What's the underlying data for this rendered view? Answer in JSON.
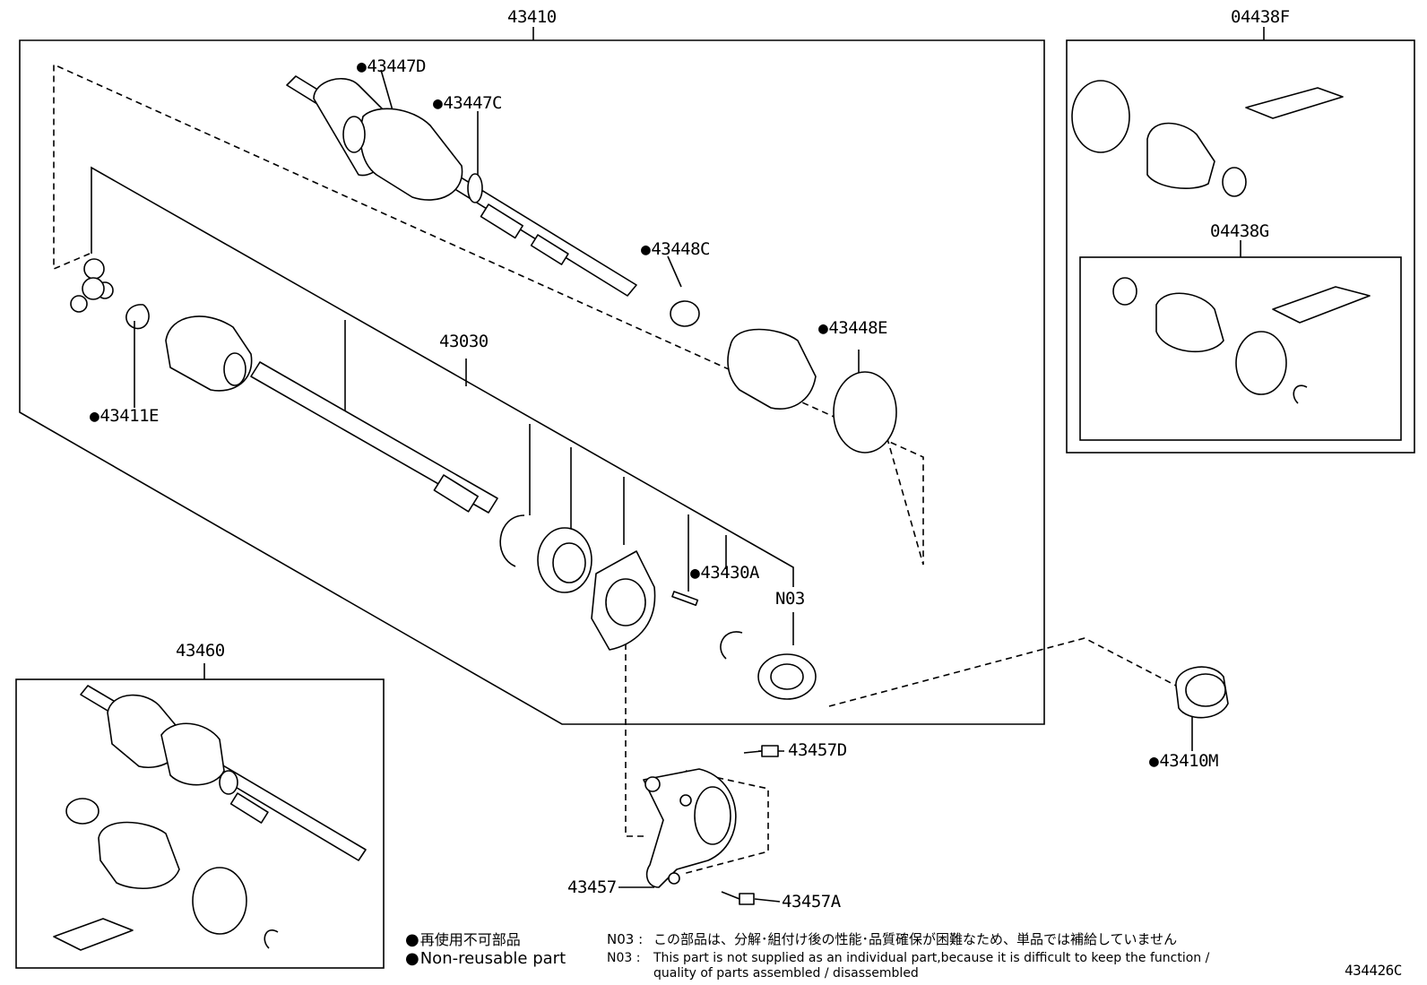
{
  "diagram": {
    "labels": {
      "p43410": "43410",
      "p04438F": "04438F",
      "p04438G": "04438G",
      "p43447D": "43447D",
      "p43447C": "43447C",
      "p43448C": "43448C",
      "p43448E": "43448E",
      "p43411E": "43411E",
      "p43030": "43030",
      "p43430A": "43430A",
      "pN03": "N03",
      "p43460": "43460",
      "p43457D": "43457D",
      "p43410M": "43410M",
      "p43457": "43457",
      "p43457A": "43457A"
    },
    "legend": {
      "jp": "再使用不可部品",
      "en": "Non-reusable part"
    },
    "notes": {
      "code": "N03 :",
      "jp": "この部品は、分解･組付け後の性能･品質確保が困難なため、単品では補給していません",
      "en_line1": "This part is not supplied as an individual part,because it is difficult to keep the function /",
      "en_line2": "quality of parts assembled / disassembled"
    },
    "figure_id": "434426C"
  }
}
